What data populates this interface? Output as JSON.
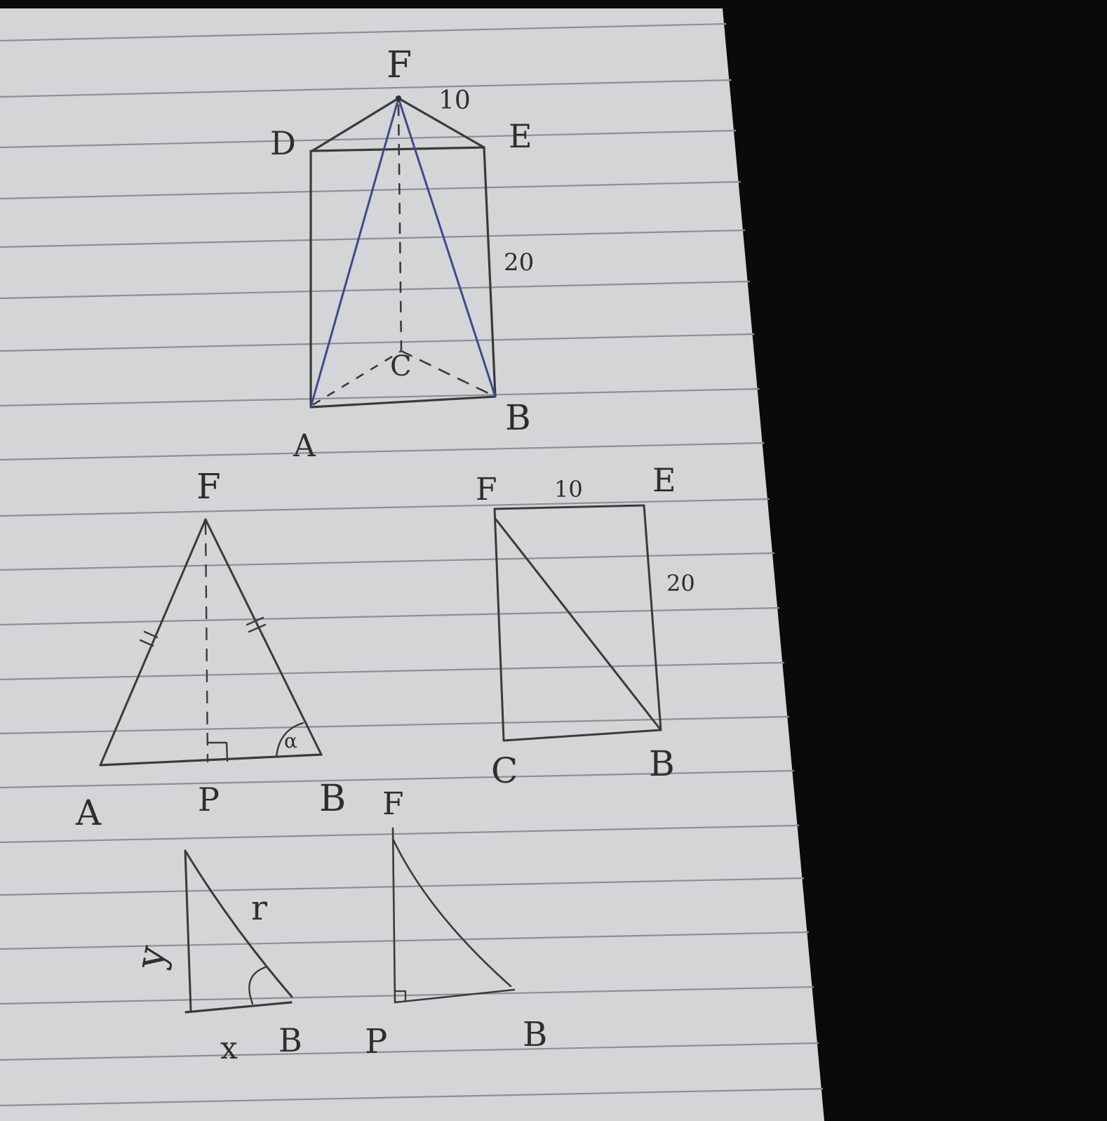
{
  "diagrams": {
    "prism": {
      "vertex_f": "F",
      "vertex_d": "D",
      "vertex_e": "E",
      "vertex_a": "A",
      "vertex_b": "B",
      "vertex_c": "C",
      "edge_fe_label": "10",
      "height_label": "20"
    },
    "isosceles_triangle": {
      "vertex_f": "F",
      "vertex_a": "A",
      "vertex_p": "P",
      "vertex_b": "B",
      "angle_label": "α"
    },
    "rectangle": {
      "vertex_f": "F",
      "vertex_e": "E",
      "vertex_c": "C",
      "vertex_b": "B",
      "top_label": "10",
      "side_label": "20"
    },
    "small_triangle": {
      "hyp_label": "r",
      "base_label": "x",
      "vertex_b": "B",
      "side_label": "y"
    },
    "pfb_triangle": {
      "vertex_f": "F",
      "vertex_p": "P",
      "vertex_b": "B"
    }
  },
  "colors": {
    "paper": "#d4d5d7",
    "background": "#0a0a0a",
    "pencil": "#3a3a3a",
    "blue_ink": "#3e4a8c",
    "rule_line": "#8c8f95"
  }
}
